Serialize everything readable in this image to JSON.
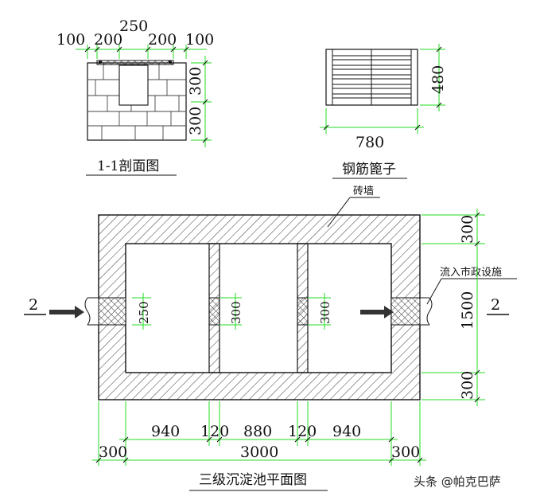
{
  "section_view": {
    "top_dims": [
      "100",
      "200",
      "250",
      "200",
      "100"
    ],
    "side_dims": [
      "300",
      "300"
    ],
    "caption": "1-1剖面图"
  },
  "grate": {
    "width_dim": "780",
    "height_dim": "480",
    "caption": "钢筋篦子"
  },
  "plan": {
    "wall_label": "砖墙",
    "outlet_label": "流入市政设施",
    "section_mark_left": "2",
    "section_mark_right": "2",
    "inlet_dim": "250",
    "partition_dims": [
      "300",
      "300"
    ],
    "right_dims": [
      "300",
      "1500",
      "300"
    ],
    "chamber_dims": [
      "940",
      "120",
      "880",
      "120",
      "940"
    ],
    "overall_dims": [
      "300",
      "3000",
      "300"
    ],
    "title": "三级沉淀池平面图"
  },
  "watermark": "头条 @帕克巴萨",
  "colors": {
    "dimension_line": "#22dd22",
    "line": "#111111",
    "fill_block": "#ffffff"
  }
}
